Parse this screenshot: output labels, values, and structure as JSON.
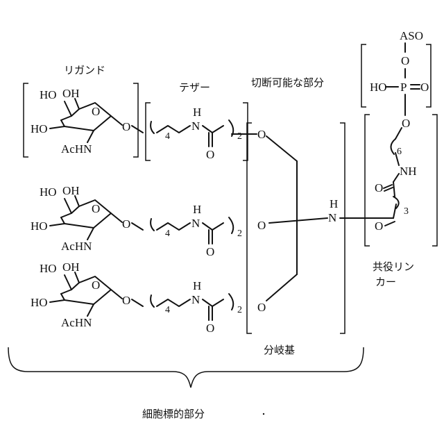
{
  "labels": {
    "ligand": "リガンド",
    "tether": "テザー",
    "cleavable": "切断可能な部分",
    "conjugate_linker_line1": "共役リン",
    "conjugate_linker_line2": "カー",
    "branching_group": "分岐基",
    "cell_targeting": "細胞標的部分"
  },
  "atoms": {
    "oh": "OH",
    "ho": "HO",
    "o": "O",
    "acnh": "AcHN",
    "n": "N",
    "h": "H",
    "nh": "NH",
    "p": "P",
    "aso": "ASO"
  },
  "subscripts": {
    "tether_count": "4",
    "ethyl_count": "2",
    "hexyl_count": "6",
    "propyl_count": "3"
  },
  "colors": {
    "ink": "#111111",
    "background": "#ffffff"
  }
}
